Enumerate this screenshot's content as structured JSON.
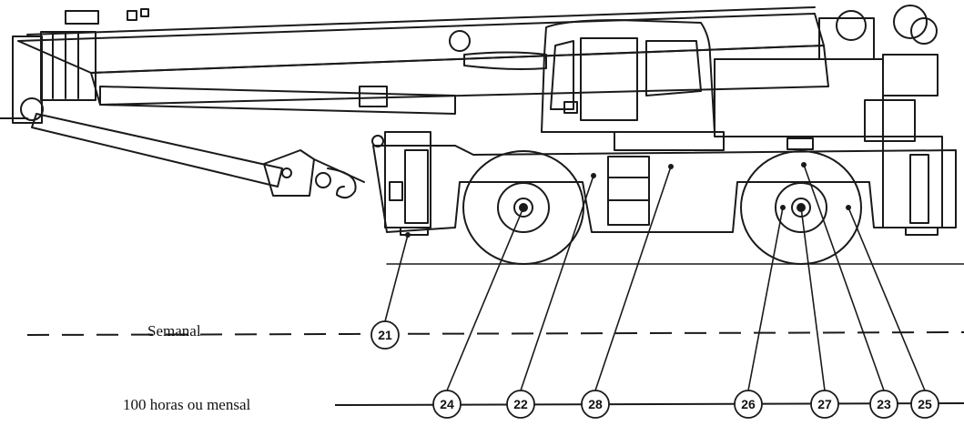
{
  "rows": [
    {
      "id": "weekly",
      "label": "Semanal",
      "style": "dashed",
      "callouts": [
        "21"
      ]
    },
    {
      "id": "monthly",
      "label": "100 horas ou mensal",
      "style": "solid",
      "callouts": [
        "24",
        "22",
        "28",
        "26",
        "27",
        "23",
        "25"
      ]
    }
  ],
  "callouts": [
    {
      "id": "21",
      "label": "21",
      "target": "outrigger-jack-front"
    },
    {
      "id": "24",
      "label": "24",
      "target": "front-wheel-hub"
    },
    {
      "id": "22",
      "label": "22",
      "target": "front-axle"
    },
    {
      "id": "28",
      "label": "28",
      "target": "chassis-center"
    },
    {
      "id": "26",
      "label": "26",
      "target": "rear-wheel-hub-inner"
    },
    {
      "id": "27",
      "label": "27",
      "target": "rear-wheel-hub-center"
    },
    {
      "id": "23",
      "label": "23",
      "target": "rear-axle"
    },
    {
      "id": "25",
      "label": "25",
      "target": "rear-wheel"
    }
  ]
}
